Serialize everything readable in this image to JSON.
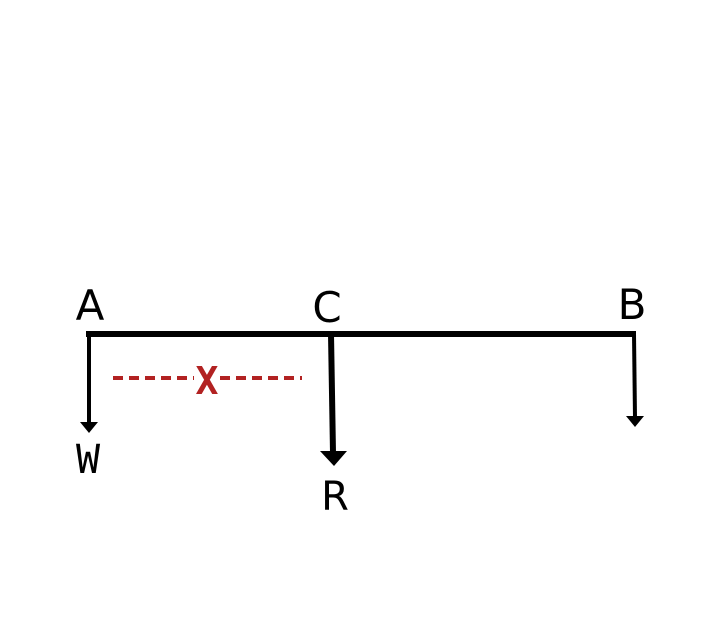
{
  "points": {
    "a": "A",
    "c": "C",
    "b": "B"
  },
  "forces": {
    "w": "W",
    "r": "R"
  },
  "distance": {
    "label": "X"
  },
  "colors": {
    "beam": "#000000",
    "dimension": "#b22222"
  }
}
